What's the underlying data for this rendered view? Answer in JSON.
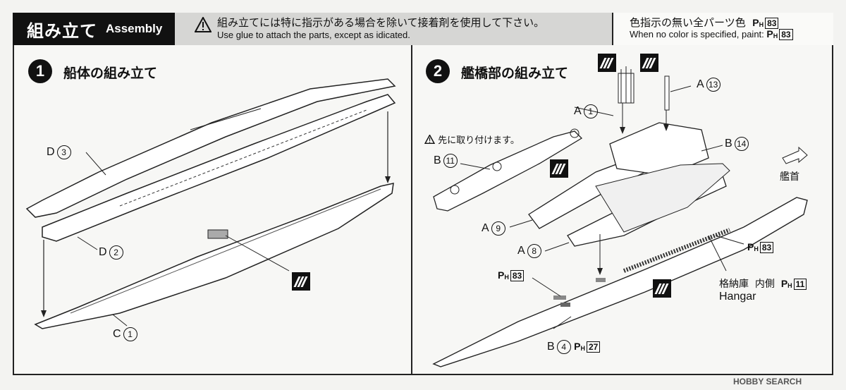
{
  "header": {
    "title_jp": "組み立て",
    "title_en": "Assembly",
    "warning_jp": "組み立てには特に指示がある場合を除いて接着剤を使用して下さい。",
    "warning_en": "Use glue to attach the parts, except as idicated.",
    "color_jp": "色指示の無い全パーツ色",
    "color_en": "When no color is specified, paint:",
    "paint_prefix": "P",
    "paint_sub": "H",
    "paint_code": "83"
  },
  "step1": {
    "number": "1",
    "title": "船体の組み立て",
    "parts": [
      {
        "letter": "D",
        "num": "3"
      },
      {
        "letter": "D",
        "num": "2"
      },
      {
        "letter": "C",
        "num": "1"
      }
    ]
  },
  "step2": {
    "number": "2",
    "title": "艦橋部の組み立て",
    "note": "先に取り付けます。",
    "parts": [
      {
        "letter": "A",
        "num": "1"
      },
      {
        "letter": "A",
        "num": "13"
      },
      {
        "letter": "B",
        "num": "11"
      },
      {
        "letter": "B",
        "num": "14"
      },
      {
        "letter": "A",
        "num": "9"
      },
      {
        "letter": "A",
        "num": "8"
      },
      {
        "letter": "B",
        "num": "4"
      }
    ],
    "bow_label": "艦首",
    "paint_83_a": "83",
    "paint_83_b": "83",
    "paint_27": "27",
    "hangar_jp": "格納庫",
    "hangar_inside": "内側",
    "hangar_code": "11",
    "hangar_en": "Hangar"
  },
  "watermark": "HOBBY SEARCH"
}
